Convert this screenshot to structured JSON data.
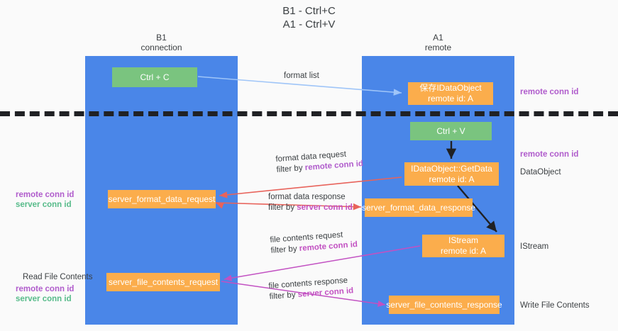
{
  "title": {
    "line1": "B1 - Ctrl+C",
    "line2": "A1 - Ctrl+V"
  },
  "columns": [
    {
      "name": "B1",
      "role": "connection"
    },
    {
      "name": "A1",
      "role": "remote"
    }
  ],
  "nodes": {
    "ctrl_c": "Ctrl + C",
    "store_dataobject_l1": "保存IDataObject",
    "store_dataobject_l2": "remote id: A",
    "ctrl_v": "Ctrl + V",
    "getdata_l1": "IDataObject::GetData",
    "getdata_l2": "remote id: A",
    "server_format_data_request": "server_format_data_request",
    "server_format_data_response": "server_format_data_response",
    "istream_l1": "IStream",
    "istream_l2": "remote id: A",
    "server_file_contents_request": "server_file_contents_request",
    "server_file_contents_response": "server_file_contents_response"
  },
  "edges": {
    "format_list": "format list",
    "format_data_request": "format data request",
    "format_data_request_filter_prefix": "filter by ",
    "format_data_request_filter_key": "remote conn id",
    "format_data_response": "format data response",
    "format_data_response_filter_prefix": "filter by ",
    "format_data_response_filter_key": "server conn id",
    "file_contents_request": "file contents request",
    "file_contents_request_filter_prefix": "filter by ",
    "file_contents_request_filter_key": "remote conn id",
    "file_contents_response": "file contents response",
    "file_contents_response_filter_prefix": "filter by ",
    "file_contents_response_filter_key": "server conn id"
  },
  "annotations": {
    "right_remote_conn_id_top": "remote conn id",
    "right_remote_conn_id_mid": "remote conn id",
    "right_dataobject": "DataObject",
    "right_istream": "IStream",
    "right_write_file_contents": "Write File Contents",
    "left_remote_conn_id": "remote conn id",
    "left_server_conn_id": "server conn id",
    "left_read_file_contents": "Read File Contents",
    "left_remote_conn_id_2": "remote conn id",
    "left_server_conn_id_2": "server conn id"
  },
  "colors": {
    "lane": "#4a86e8",
    "green_node": "#7ac47f",
    "orange_node": "#fbad4c",
    "divider": "#202124",
    "arrow_light_blue": "#9fc5f8",
    "arrow_red": "#e8635b",
    "arrow_black": "#202124",
    "arrow_magenta": "#c251c2",
    "purple_text": "#b05ccc",
    "green_text": "#57bb8a",
    "background": "#fafafa"
  }
}
